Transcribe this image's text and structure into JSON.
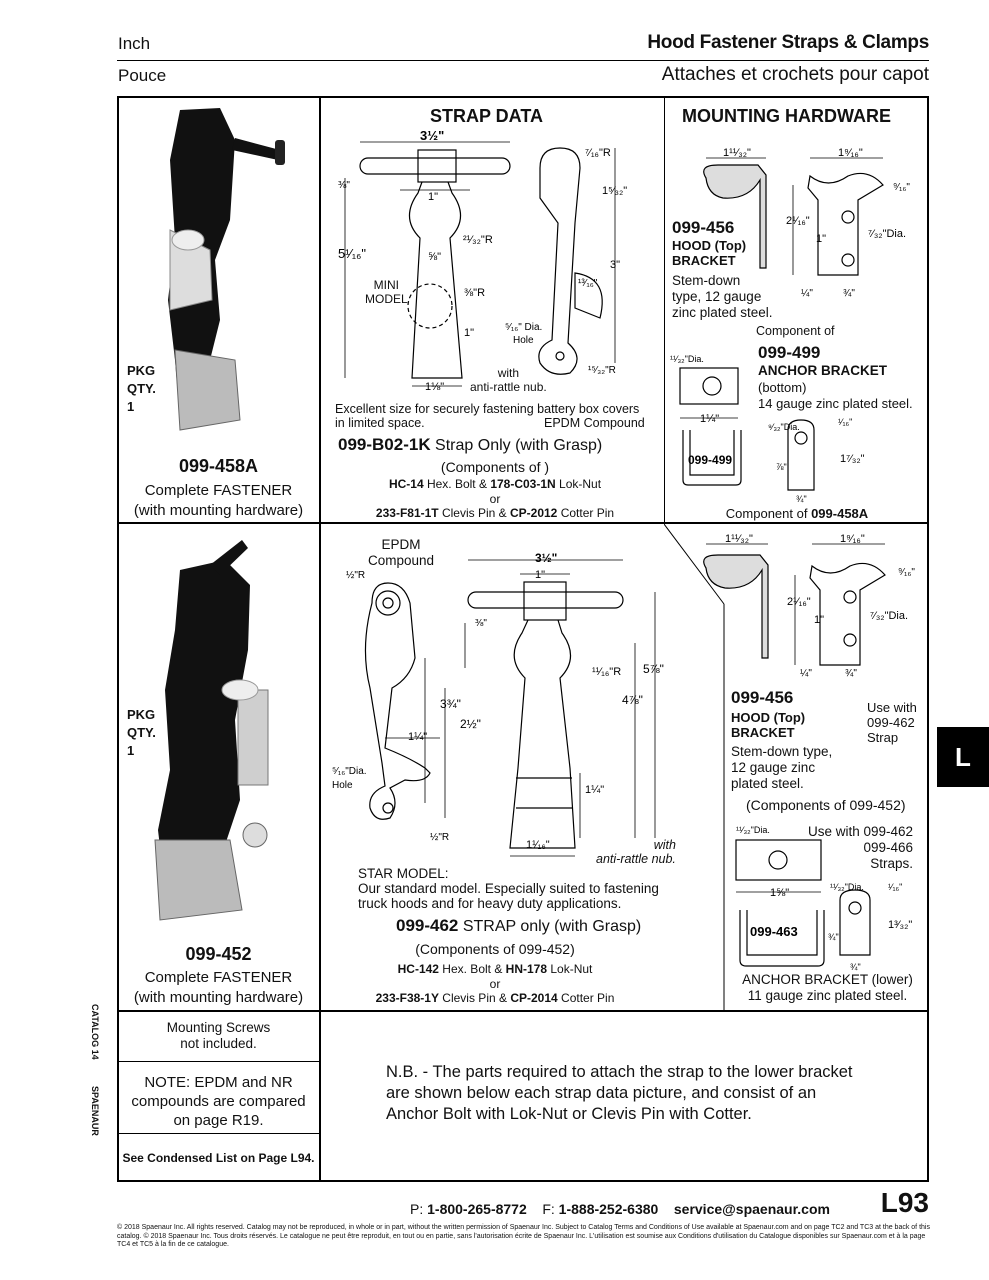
{
  "header": {
    "unit_en": "Inch",
    "unit_fr": "Pouce",
    "title_en": "Hood Fastener Straps & Clamps",
    "title_fr": "Attaches et crochets pour capot"
  },
  "top": {
    "pkg_qty": "PKG\nQTY.\n1",
    "part_no": "099-458A",
    "desc1": "Complete FASTENER",
    "desc2": "(with mounting hardware)",
    "strap_title": "STRAP DATA",
    "mount_title": "MOUNTING HARDWARE",
    "dims": {
      "d1": "3½\"",
      "d2": "1\"",
      "d3": "⅜\"",
      "d4": "5¹⁄₁₆\"",
      "d5": "²¹⁄₃₂\"R",
      "d6": "⅝\"",
      "d7": "⅜\"R",
      "d8": "1\"",
      "d9": "1⅛\"",
      "d10": "⁷⁄₁₆\"R",
      "d11": "1⁵⁄₃₂\"",
      "d12": "3\"",
      "d13": "¹³⁄₁₆\"",
      "d14": "⁵⁄₁₆\" Dia.",
      "d15": "Hole",
      "d16": "¹⁵⁄₃₂\"R"
    },
    "mini_model": "MINI\nMODEL",
    "with_nub": "with\nanti-rattle nub.",
    "epdm": "EPDM Compound",
    "note": "Excellent size for securely fastening battery box covers\nin limited space.",
    "strap_part": "099-B02-1K",
    "strap_desc": " Strap Only (with Grasp)",
    "components": "(Components of )",
    "comp_line1_a": "HC-14",
    "comp_line1_b": " Hex. Bolt & ",
    "comp_line1_c": "178-C03-1N",
    "comp_line1_d": " Lok-Nut",
    "or": "or",
    "comp_line2_a": "233-F81-1T",
    "comp_line2_b": " Clevis Pin & ",
    "comp_line2_c": "CP-2012",
    "comp_line2_d": " Cotter Pin",
    "hood_part": "099-456",
    "hood_name": "HOOD (Top)\nBRACKET",
    "hood_desc": "Stem-down\ntype, 12 gauge\nzinc plated steel.",
    "hood_dims": {
      "a": "1¹¹⁄₃₂\"",
      "b": "1⁹⁄₁₆\"",
      "c": "⁹⁄₁₆\"",
      "d": "2¹⁄₁₆\"",
      "e": "1\"",
      "f": "⁷⁄₃₂\"Dia.",
      "g": "¼\"",
      "h": "¾\""
    },
    "component_of": "Component of",
    "anchor_part": "099-499",
    "anchor_name": "ANCHOR BRACKET",
    "anchor_desc": "(bottom)\n14 gauge zinc plated steel.",
    "anchor_dims": {
      "a": "¹¹⁄₃₂\"Dia.",
      "b": "1¼\"",
      "c": "⁹⁄₃₂\"Dia.",
      "d": "¹⁄₁₆\"",
      "e": "1⁷⁄₃₂\"",
      "f": "⅞\"",
      "g": "¾\""
    },
    "anchor_label": "099-499",
    "component_of_b": "Component of ",
    "component_of_part": "099-458A"
  },
  "middle": {
    "pkg_qty": "PKG\nQTY.\n1",
    "part_no": "099-452",
    "desc1": "Complete FASTENER",
    "desc2": "(with mounting hardware)",
    "epdm": "EPDM\nCompound",
    "dims": {
      "r1": "½\"R",
      "d1": "3½\"",
      "d2": "1\"",
      "d3": "⅜\"",
      "d4": "¹¹⁄₁₆\"R",
      "d5": "5⅞\"",
      "d6": "3¾\"",
      "d7": "2½\"",
      "d8": "4⅞\"",
      "d9": "1¼\"",
      "d10": "⁵⁄₁₆\"Dia.",
      "d11": "Hole",
      "d12": "1¼\"",
      "d13": "½\"R",
      "d14": "1¹⁄₁₆\""
    },
    "with_nub": "with\nanti-rattle nub.",
    "star_model": "STAR MODEL:",
    "note": "Our standard model. Especially suited to fastening\ntruck hoods and for heavy duty applications.",
    "strap_part": "099-462",
    "strap_desc": " STRAP only (with Grasp)",
    "components": "(Components of 099-452)",
    "comp_line1_a": "HC-142",
    "comp_line1_b": " Hex. Bolt & ",
    "comp_line1_c": "HN-178",
    "comp_line1_d": " Lok-Nut",
    "or": "or",
    "comp_line2_a": "233-F38-1Y",
    "comp_line2_b": " Clevis Pin & ",
    "comp_line2_c": "CP-2014",
    "comp_line2_d": " Cotter Pin",
    "hood_part": "099-456",
    "hood_name": "HOOD (Top)\nBRACKET",
    "use_with": "Use with\n099-462\nStrap",
    "hood_desc": "Stem-down type,\n12 gauge zinc\nplated steel.",
    "components_of": "(Components of 099-452)",
    "use_with2": "Use with 099-462\n099-466\nStraps.",
    "anchor_label": "099-463",
    "anchor_desc": "ANCHOR BRACKET (lower)\n11 gauge zinc plated steel.",
    "hood_dims": {
      "a": "1¹¹⁄₃₂\"",
      "b": "1⁹⁄₁₆\"",
      "c": "⁹⁄₁₆\"",
      "d": "2¹⁄₁₆\"",
      "e": "1\"",
      "f": "⁷⁄₃₂\"Dia.",
      "g": "¼\"",
      "h": "¾\""
    },
    "anchor_dims": {
      "a": "¹¹⁄₃₂\"Dia.",
      "b": "1⅝\"",
      "c": "¹¹⁄₃₂\"Dia.",
      "d": "¹⁄₁₆\"",
      "e": "1³⁄₃₂\"",
      "f": "¾\"",
      "g": "¾\""
    }
  },
  "bottom": {
    "screws": "Mounting Screws\nnot included.",
    "note": "NOTE: EPDM and NR\ncompounds are compared\non page R19.",
    "condensed": "See Condensed List on Page L94.",
    "nb": "N.B. - The parts required to attach the strap to the lower bracket\nare shown below each strap data picture, and consist of an\nAnchor Bolt with Lok-Nut or Clevis Pin with Cotter."
  },
  "side": {
    "catalog": "CATALOG 14",
    "brand": "SPAENAUR"
  },
  "tab_letter": "L",
  "footer": {
    "phone_label": "P: ",
    "phone": "1-800-265-8772",
    "fax_label": "F: ",
    "fax": "1-888-252-6380",
    "email": "service@spaenaur.com",
    "page": "L93",
    "copyright": "© 2018 Spaenaur Inc. All rights reserved. Catalog may not be reproduced, in whole or in part, without the written permission of Spaenaur Inc. Subject to Catalog Terms and Conditions of Use available at Spaenaur.com and on page TC2 and TC3 at the back of this catalog. © 2018 Spaenaur Inc. Tous droits réservés. Le catalogue ne peut être reproduit, en tout ou en partie, sans l'autorisation écrite de Spaenaur Inc. L'utilisation est soumise aux Conditions d'utilisation du Catalogue disponibles sur Spaenaur.com et à la page TC4 et TC5 à la fin de ce catalogue."
  }
}
